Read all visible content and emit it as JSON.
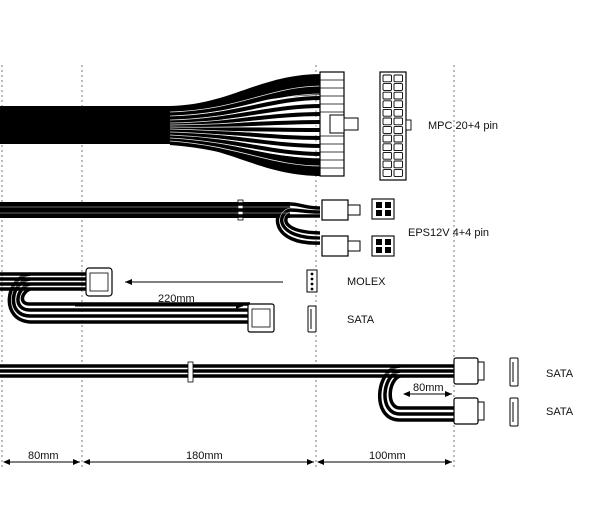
{
  "colors": {
    "cable": "#000000",
    "background": "#ffffff",
    "guide": "#777777",
    "connector": "#ffffff"
  },
  "labels": {
    "mpc": "MPC 20+4 pin",
    "eps": "EPS12V 4+4 pin",
    "molex": "MOLEX",
    "sata_mid": "SATA",
    "sata_right_1": "SATA",
    "sata_right_2": "SATA"
  },
  "dimensions": {
    "mid_span": "220mm",
    "bottom_span": "80mm",
    "seg_1": "80mm",
    "seg_2": "180mm",
    "seg_3": "100mm"
  }
}
